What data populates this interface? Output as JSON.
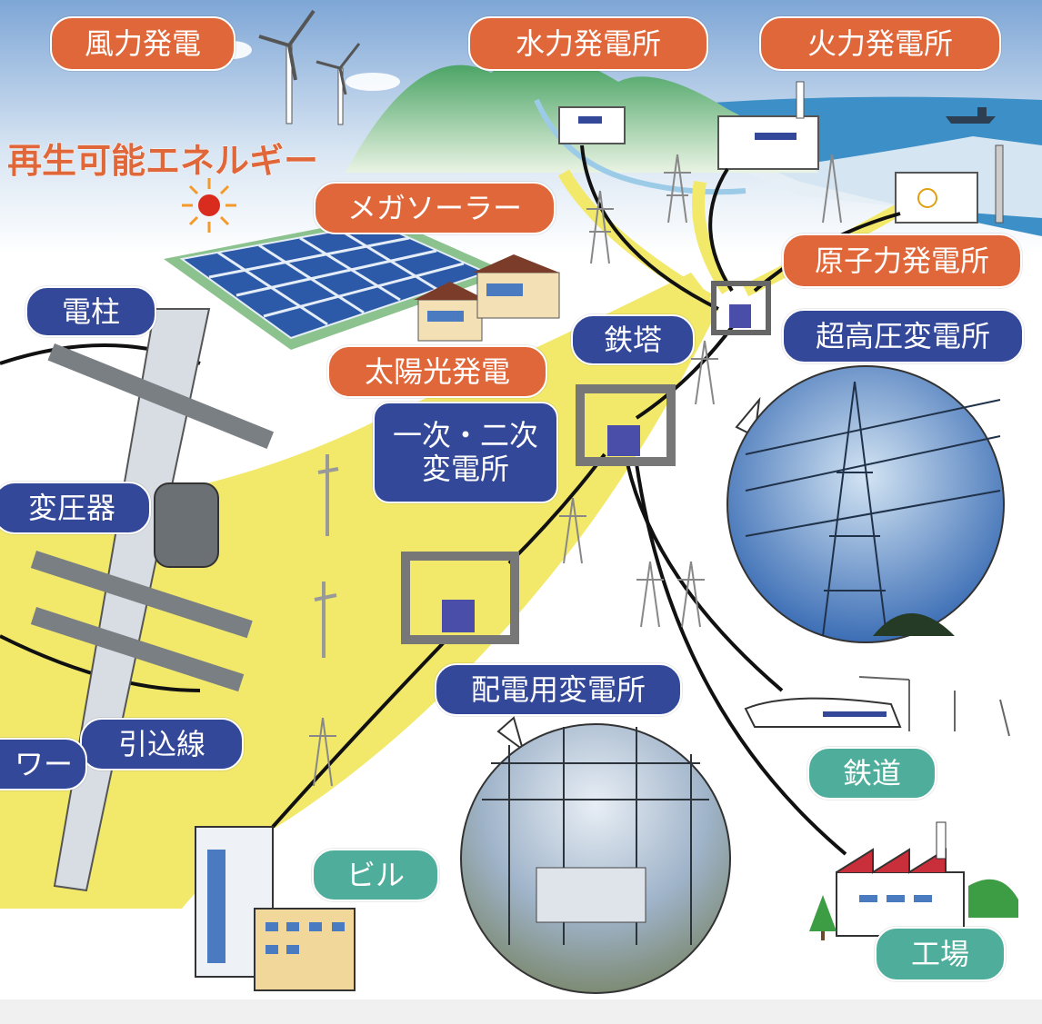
{
  "labels": {
    "wind": "風力発電",
    "hydro": "水力発電所",
    "thermal": "火力発電所",
    "renewable": "再生可能エネルギー",
    "mega_solar": "メガソーラー",
    "nuclear": "原子力発電所",
    "pole": "電柱",
    "tower": "鉄塔",
    "extra_high_substation": "超高圧変電所",
    "solar": "太陽光発電",
    "primary_secondary_line1": "一次・二次",
    "primary_secondary_line2": "変電所",
    "transformer": "変圧器",
    "distribution_substation": "配電用変電所",
    "service_line": "引込線",
    "cutoff": "ワー",
    "railway": "鉄道",
    "building": "ビル",
    "factory": "工場"
  },
  "colors": {
    "orange_label": "#e0673a",
    "navy_label": "#34489a",
    "teal_label": "#4fae9b",
    "power_flow": "#f2e96a",
    "sky": "#8fb3d8",
    "sea": "#3c8fc7",
    "mountain": "#4faa6a"
  },
  "icons": [
    "sun-icon",
    "wind-turbine-icon",
    "solar-panel-icon",
    "house-icon",
    "power-plant-icon",
    "nuclear-icon",
    "pylon-icon",
    "substation-icon",
    "utility-pole-icon",
    "train-icon",
    "building-icon",
    "factory-icon",
    "ship-icon",
    "tree-icon"
  ]
}
